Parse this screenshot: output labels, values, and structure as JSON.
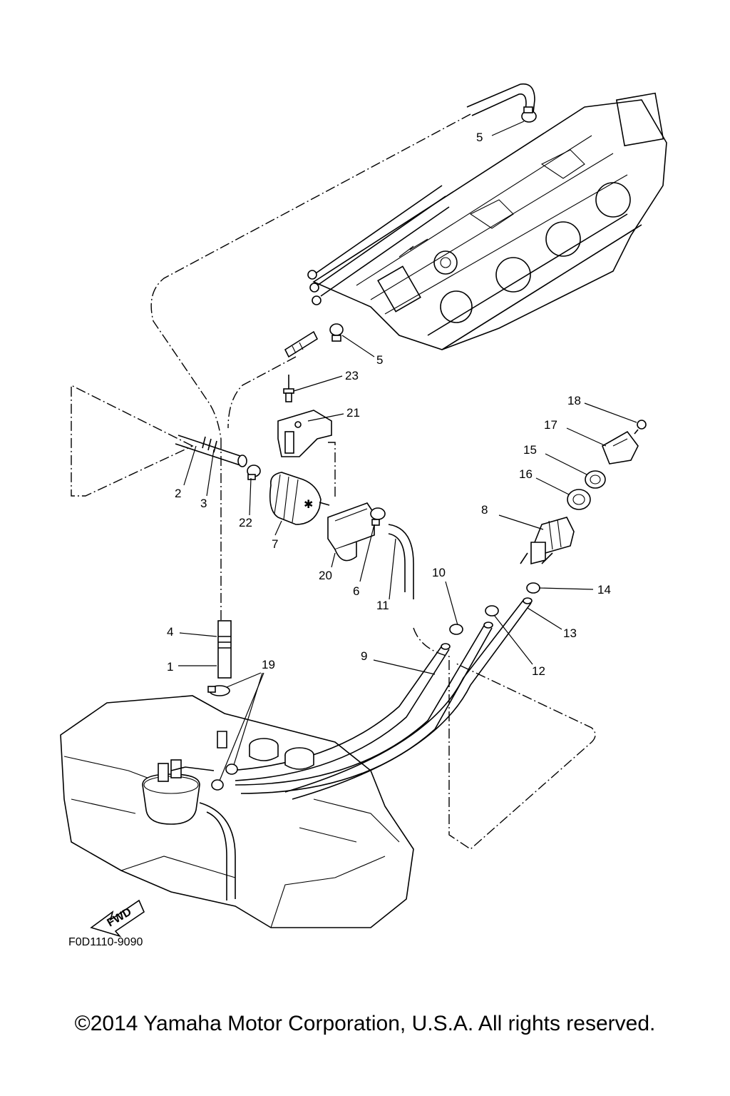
{
  "diagram": {
    "callouts": {
      "c1": "1",
      "c2": "2",
      "c3": "3",
      "c4": "4",
      "c5a": "5",
      "c5b": "5",
      "c6": "6",
      "c7": "7",
      "c8": "8",
      "c9": "9",
      "c10": "10",
      "c11": "11",
      "c12": "12",
      "c13": "13",
      "c14": "14",
      "c15": "15",
      "c16": "16",
      "c17": "17",
      "c18": "18",
      "c19": "19",
      "c20": "20",
      "c21": "21",
      "c22": "22",
      "c23": "23"
    },
    "fwd_label": "FWD",
    "figure_code": "F0D1110-9090"
  },
  "footer": {
    "copyright": "©2014 Yamaha Motor Corporation, U.S.A. All rights reserved."
  }
}
